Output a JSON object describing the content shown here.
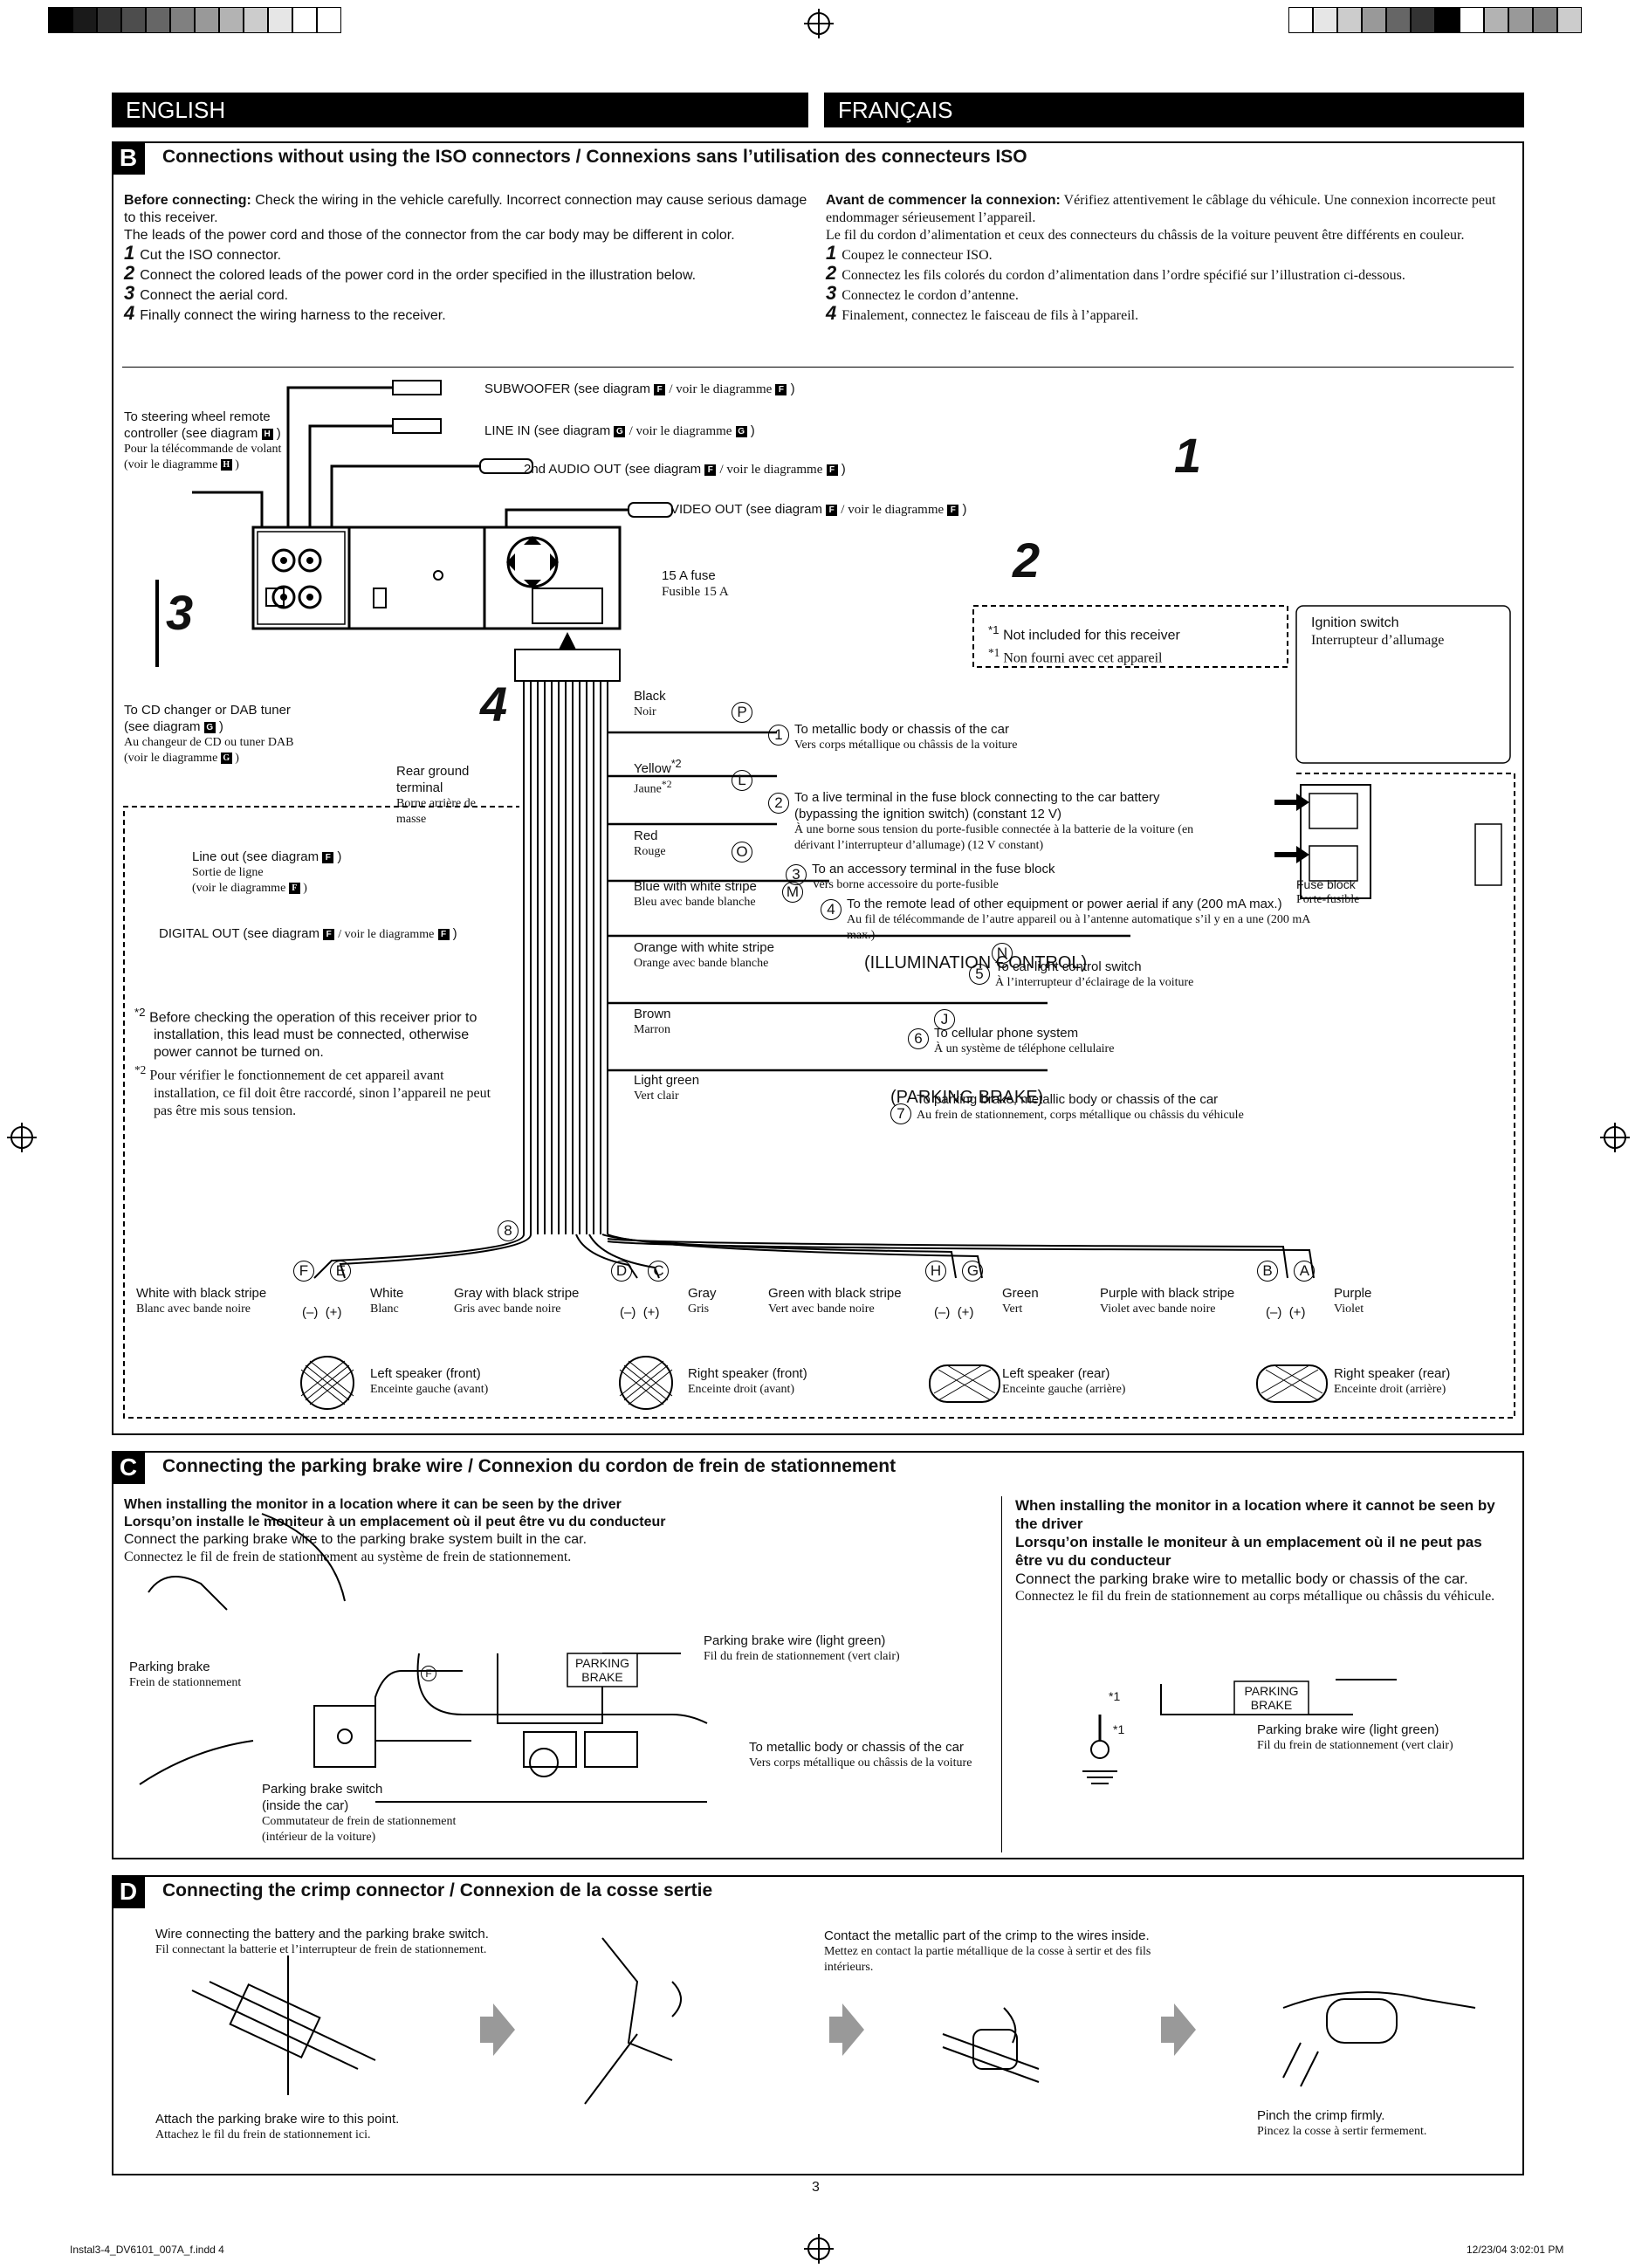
{
  "header": {
    "english": "ENGLISH",
    "francais": "FRANÇAIS"
  },
  "colors": {
    "bar": "#000000",
    "text": "#111111",
    "background": "#ffffff"
  },
  "section_b": {
    "letter": "B",
    "title": "Connections without using the ISO connectors / Connexions sans l’utilisation des connecteurs ISO",
    "en_before_label": "Before connecting:",
    "en_before_text": " Check the wiring in the vehicle carefully. Incorrect connection may cause serious damage to this receiver.",
    "en_leads": "The leads of the power cord and those of the connector from the car body may be different in color.",
    "en_steps": [
      {
        "n": "1",
        "text": "Cut the ISO connector."
      },
      {
        "n": "2",
        "text": "Connect the colored leads of the power cord in the order specified in the illustration below."
      },
      {
        "n": "3",
        "text": "Connect the aerial cord."
      },
      {
        "n": "4",
        "text": "Finally connect the wiring harness to the receiver."
      }
    ],
    "fr_before_label": "Avant de commencer la connexion:",
    "fr_before_text": " Vérifiez attentivement le câblage du véhicule. Une connexion incorrecte peut endommager sérieusement l’appareil.",
    "fr_leads": "Le fil du cordon d’alimentation et ceux des connecteurs du châssis de la voiture peuvent être différents en couleur.",
    "fr_steps": [
      {
        "n": "1",
        "text": "Coupez le connecteur ISO."
      },
      {
        "n": "2",
        "text": "Connectez les fils colorés du cordon d’alimentation dans l’ordre spécifié sur l’illustration ci-dessous."
      },
      {
        "n": "3",
        "text": "Connectez le cordon d’antenne."
      },
      {
        "n": "4",
        "text": "Finalement, connectez le faisceau de fils à l’appareil."
      }
    ],
    "diagram": {
      "subwoofer": "SUBWOOFER (see diagram",
      "line_in": "LINE IN (see diagram",
      "audio2": "2nd AUDIO OUT (see diagram",
      "video": "VIDEO OUT (see diagram",
      "voir": "/ voir le diagramme",
      "box_f": "F",
      "box_g": "G",
      "box_h": "H",
      "steering_en": "To steering wheel remote controller (see diagram",
      "steering_fr": "Pour la télécommande de volant (voir le diagramme",
      "fuse_en": "15 A fuse",
      "fuse_fr": "Fusible 15 A",
      "big_1": "1",
      "big_2": "2",
      "big_3": "3",
      "big_4": "4",
      "cd_en": "To CD changer or DAB tuner (see diagram",
      "cd_fr": "Au changeur de CD ou tuner DAB (voir le diagramme",
      "rear_ground_en": "Rear ground terminal",
      "rear_ground_fr": "Borne arrière de masse",
      "lineout_en": "Line out (see diagram",
      "lineout_fr1": "Sortie de ligne",
      "lineout_fr2": "(voir le diagramme",
      "digital_en": "DIGITAL OUT (see diagram",
      "note1_en": "Not included for this receiver",
      "note1_fr": "Non fourni avec cet appareil",
      "ignition_en": "Ignition switch",
      "ignition_fr": "Interrupteur d’allumage",
      "fuse_block_en": "Fuse block",
      "fuse_block_fr": "Porte-fusible",
      "star1": "*1",
      "star2": "*2",
      "note2_en": "Before checking the operation of this receiver prior to installation, this lead must be connected, otherwise power cannot be turned on.",
      "note2_fr": "Pour vérifier le fonctionnement de cet appareil avant installation, ce fil doit être raccordé, sinon l’appareil ne peut pas être mis sous tension.",
      "wires": [
        {
          "en": "Black",
          "fr": "Noir",
          "letter": "P",
          "num": "1",
          "desc_en": "To metallic body or chassis of the car",
          "desc_fr": "Vers corps métallique ou châssis de la voiture"
        },
        {
          "en": "Yellow",
          "fr": "Jaune",
          "letter": "L",
          "num": "2",
          "desc_en": "To a live terminal in the fuse block connecting to the car battery (bypassing the ignition switch) (constant 12 V)",
          "desc_fr": "À une borne sous tension du porte-fusible connectée à la batterie de la voiture (en dérivant l’interrupteur d’allumage) (12 V constant)"
        },
        {
          "en": "Red",
          "fr": "Rouge",
          "letter": "O",
          "num": "3",
          "desc_en": "To an accessory terminal in the fuse block",
          "desc_fr": "Vers borne accessoire du porte-fusible"
        },
        {
          "en": "Blue with white stripe",
          "fr": "Bleu avec bande blanche",
          "letter": "M",
          "num": "4",
          "desc_en": "To the remote lead of other equipment or power aerial if any (200 mA max.)",
          "desc_fr": "Au fil de télécommande de l’autre appareil ou à l’antenne automatique s’il y en a une (200 mA max.)"
        },
        {
          "en": "Orange with white stripe",
          "fr": "Orange avec bande blanche",
          "letter": "N",
          "num": "5",
          "desc_en": "To car light control switch",
          "desc_fr": "À l’interrupteur d’éclairage de la voiture",
          "label": "(ILLUMINATION CONTROL)"
        },
        {
          "en": "Brown",
          "fr": "Marron",
          "letter": "J",
          "num": "6",
          "desc_en": "To cellular phone system",
          "desc_fr": "À un système de téléphone cellulaire"
        },
        {
          "en": "Light green",
          "fr": "Vert clair",
          "letter": "",
          "num": "7",
          "desc_en": "To parking brake, metallic body or chassis of the car",
          "desc_fr": "Au frein de stationnement, corps métallique ou châssis du véhicule",
          "label": "(PARKING BRAKE)"
        }
      ],
      "num_8": "8",
      "speakers": [
        {
          "l1": "F",
          "l2": "E",
          "left_en": "White with black stripe",
          "left_fr": "Blanc avec bande noire",
          "right_en": "White",
          "right_fr": "Blanc",
          "spk_en": "Left speaker (front)",
          "spk_fr": "Enceinte gauche (avant)"
        },
        {
          "l1": "D",
          "l2": "C",
          "left_en": "Gray with black stripe",
          "left_fr": "Gris avec bande noire",
          "right_en": "Gray",
          "right_fr": "Gris",
          "spk_en": "Right speaker (front)",
          "spk_fr": "Enceinte droit (avant)"
        },
        {
          "l1": "H",
          "l2": "G",
          "left_en": "Green with black stripe",
          "left_fr": "Vert avec bande noire",
          "right_en": "Green",
          "right_fr": "Vert",
          "spk_en": "Left speaker (rear)",
          "spk_fr": "Enceinte gauche (arrière)"
        },
        {
          "l1": "B",
          "l2": "A",
          "left_en": "Purple with black stripe",
          "left_fr": "Violet avec bande noire",
          "right_en": "Purple",
          "right_fr": "Violet",
          "spk_en": "Right speaker (rear)",
          "spk_fr": "Enceinte droit (arrière)"
        }
      ],
      "minus": "(–)",
      "plus": "(+)"
    }
  },
  "section_c": {
    "letter": "C",
    "title": "Connecting the parking brake wire / Connexion du cordon de frein de stationnement",
    "left_h1": "When installing the monitor in a location where it can be seen by the driver",
    "left_h2": "Lorsqu’on installe le moniteur à un emplacement où il peut être vu du conducteur",
    "left_en": "Connect the parking brake wire to the parking brake system built in the car.",
    "left_fr": "Connectez le fil de frein de stationnement au système de frein de stationnement.",
    "pb_en": "Parking brake",
    "pb_fr": "Frein de stationnement",
    "pbs_en1": "Parking brake switch",
    "pbs_en2": "(inside the car)",
    "pbs_fr1": "Commutateur de frein de stationnement",
    "pbs_fr2": "(intérieur de la voiture)",
    "pbw_en": "Parking brake wire (light green)",
    "pbw_fr": "Fil du frein de stationnement (vert clair)",
    "metal_en": "To metallic body or chassis of the car",
    "metal_fr": "Vers corps métallique ou châssis de la voiture",
    "tag1": "PARKING",
    "tag2": "BRAKE",
    "letter_f": "F",
    "right_h1": "When installing the monitor in a location where it cannot be seen by the driver",
    "right_h2": "Lorsqu’on installe le moniteur à un emplacement où il ne peut pas être vu du conducteur",
    "right_en": "Connect the parking brake wire to metallic body or chassis of the car.",
    "right_fr": "Connectez le fil du frein de stationnement au corps métallique ou châssis du véhicule.",
    "star1": "*1"
  },
  "section_d": {
    "letter": "D",
    "title": "Connecting the crimp connector / Connexion de la cosse sertie",
    "wire_en": "Wire connecting the battery and the parking brake switch.",
    "wire_fr": "Fil connectant la batterie et l’interrupteur de frein de stationnement.",
    "attach_en": "Attach the parking brake wire to this point.",
    "attach_fr": "Attachez le fil du frein de stationnement ici.",
    "contact_en": "Contact the metallic part of the crimp to the wires inside.",
    "contact_fr": "Mettez en contact la partie métallique de la cosse à sertir et des fils intérieurs.",
    "pinch_en": "Pinch the crimp firmly.",
    "pinch_fr": "Pincez la cosse à sertir fermement."
  },
  "footer": {
    "page": "3",
    "file": "Instal3-4_DV6101_007A_f.indd   4",
    "date": "12/23/04   3:02:01 PM"
  }
}
